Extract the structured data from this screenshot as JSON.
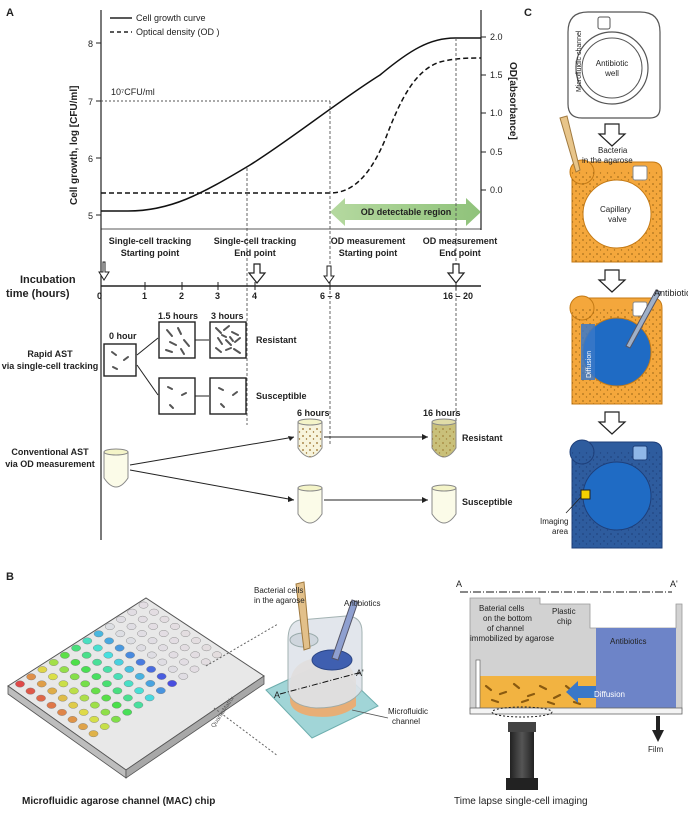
{
  "panels": {
    "a": "A",
    "b": "B",
    "c": "C"
  },
  "graph": {
    "legend": {
      "growth": "Cell growth curve",
      "od": "Optical density (OD )"
    },
    "y_left_label": "Cell growth, log [CFU/ml]",
    "y_right_label": "OD[absorbance]",
    "y_left_ticks": [
      "8",
      "7",
      "6",
      "5"
    ],
    "y_right_ticks": [
      "2.0",
      "1.5",
      "1.0",
      "0.5",
      "0.0"
    ],
    "threshold_label": "10⁷CFU/ml",
    "od_region": "OD detectable region",
    "stage_labels": [
      {
        "line1": "Single-cell tracking",
        "line2": "Starting point"
      },
      {
        "line1": "Single-cell tracking",
        "line2": "End point"
      },
      {
        "line1": "OD measurement",
        "line2": "Starting point"
      },
      {
        "line1": "OD measurement",
        "line2": "End point"
      }
    ],
    "axis_title_1": "Incubation",
    "axis_title_2": "time (hours)",
    "x_ticks": [
      "0",
      "1",
      "2",
      "3",
      "4",
      "6 – 8",
      "16 – 20"
    ]
  },
  "rapid_ast": {
    "title_1": "Rapid AST",
    "title_2": "via single-cell tracking",
    "times": [
      "0 hour",
      "1.5 hours",
      "3 hours"
    ],
    "resistant": "Resistant",
    "susceptible": "Susceptible"
  },
  "conventional_ast": {
    "title_1": "Conventional AST",
    "title_2": "via OD measurement",
    "times": [
      "6 hours",
      "16 hours"
    ],
    "resistant": "Resistant",
    "susceptible": "Susceptible"
  },
  "panel_c": {
    "channel": "Microfluidic channel",
    "well_1": "Antibiotic",
    "well_2": "well",
    "bacteria_1": "Bacteria",
    "bacteria_2": "in the agarose",
    "valve_1": "Capillary",
    "valve_2": "valve",
    "antibiotic": "Antibiotic",
    "diffusion": "Diffusion",
    "imaging_1": "Imaging",
    "imaging_2": "area"
  },
  "panel_b": {
    "bacterial_1": "Bacterial cells",
    "bacterial_2": "in the agarose",
    "antibiotics": "Antibiotics",
    "a_label": "A",
    "a_prime": "A'",
    "microfluidic_1": "Microfluidic",
    "microfluidic_2": "channel",
    "caption": "Microfluidic agarose channel (MAC) chip",
    "cross_a": "A",
    "cross_a_prime": "A'",
    "bateria_1": "Baterial cells",
    "bateria_2": "on the bottom",
    "bateria_3": "of channel",
    "bateria_4": "immobilized by agarose",
    "plastic_1": "Plastic",
    "plastic_2": "chip",
    "cross_antibiotics": "Antibiotics",
    "cross_diffusion": "Diffusion",
    "film": "Film",
    "imaging": "Time lapse single-cell imaging",
    "plate_brand": "QuantaMatrix"
  }
}
